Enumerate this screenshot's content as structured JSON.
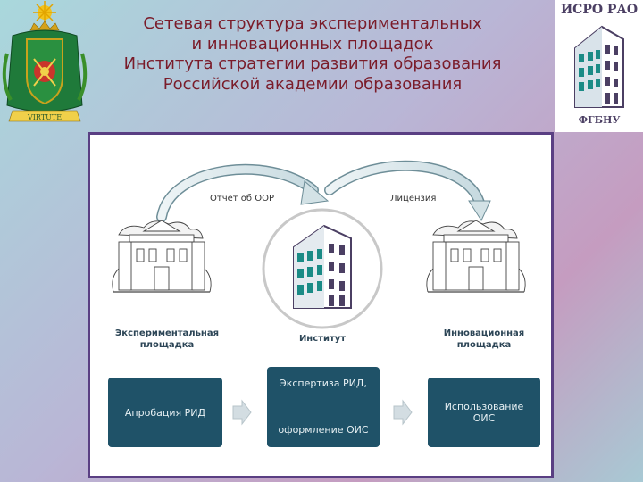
{
  "title": {
    "line1": "Сетевая структура экспериментальных",
    "line2": "и инновационных площадок",
    "line3": "Института стратегии развития образования",
    "line4": "Российской академии образования"
  },
  "crest": {
    "ribbon_text": "VIRTUTE"
  },
  "logo": {
    "top": "ИСРО РАО",
    "bottom": "ФГБНУ"
  },
  "diagram": {
    "arc_left_label": "Отчет об ООР",
    "arc_right_label": "Лицензия",
    "nodes": [
      {
        "label": "Экспериментальная площадка"
      },
      {
        "label": "Институт"
      },
      {
        "label": "Инновационная площадка"
      }
    ],
    "boxes": {
      "left": "Апробация РИД",
      "middle_top": "Экспертиза РИД,",
      "middle_bottom": "оформление ОИС",
      "right": "Использование ОИС"
    }
  },
  "colors": {
    "title": "#7a1c2a",
    "panel_border": "#5a3f83",
    "box_fill": "#1f5268",
    "arrow_fill": "#d3e2e6",
    "building_teal": "#1b8b86",
    "building_purple": "#4b3f63"
  }
}
